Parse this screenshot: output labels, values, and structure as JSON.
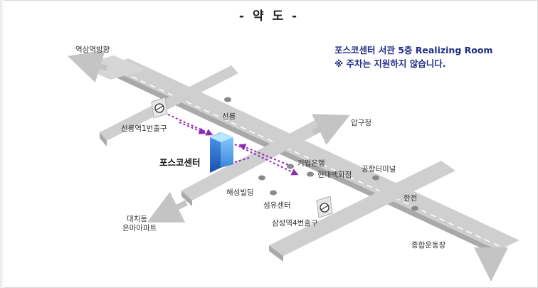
{
  "title": "- 약 도 -",
  "info": {
    "line1": "포스코센터 서관 5층 Realizing Room",
    "line2": "※ 주차는 지원하지 않습니다."
  },
  "directions": {
    "yeoksam": "역삼역방향",
    "daechi_1": "대치동",
    "daechi_2": "은마아파트",
    "sports_complex": "종합운동장",
    "apgujeong": "압구정"
  },
  "stations": {
    "seolleung": "선릉역1번출구",
    "samseong": "삼성역4번출구"
  },
  "landmarks": {
    "posco": "포스코센터",
    "seolleung": "선릉",
    "ibk": "기업은행",
    "hyundai": "현대백화점",
    "airport_terminal": "공항터미널",
    "haesung": "해성빌딩",
    "textile": "섬유센터",
    "korea_electric": "한전"
  },
  "colors": {
    "info_text": "#1f2d86",
    "road": "#cfcfcf",
    "route_arrow": "#8e2bb5",
    "building": "#3a7fd6",
    "landmark_dot": "#8a8a8a"
  }
}
